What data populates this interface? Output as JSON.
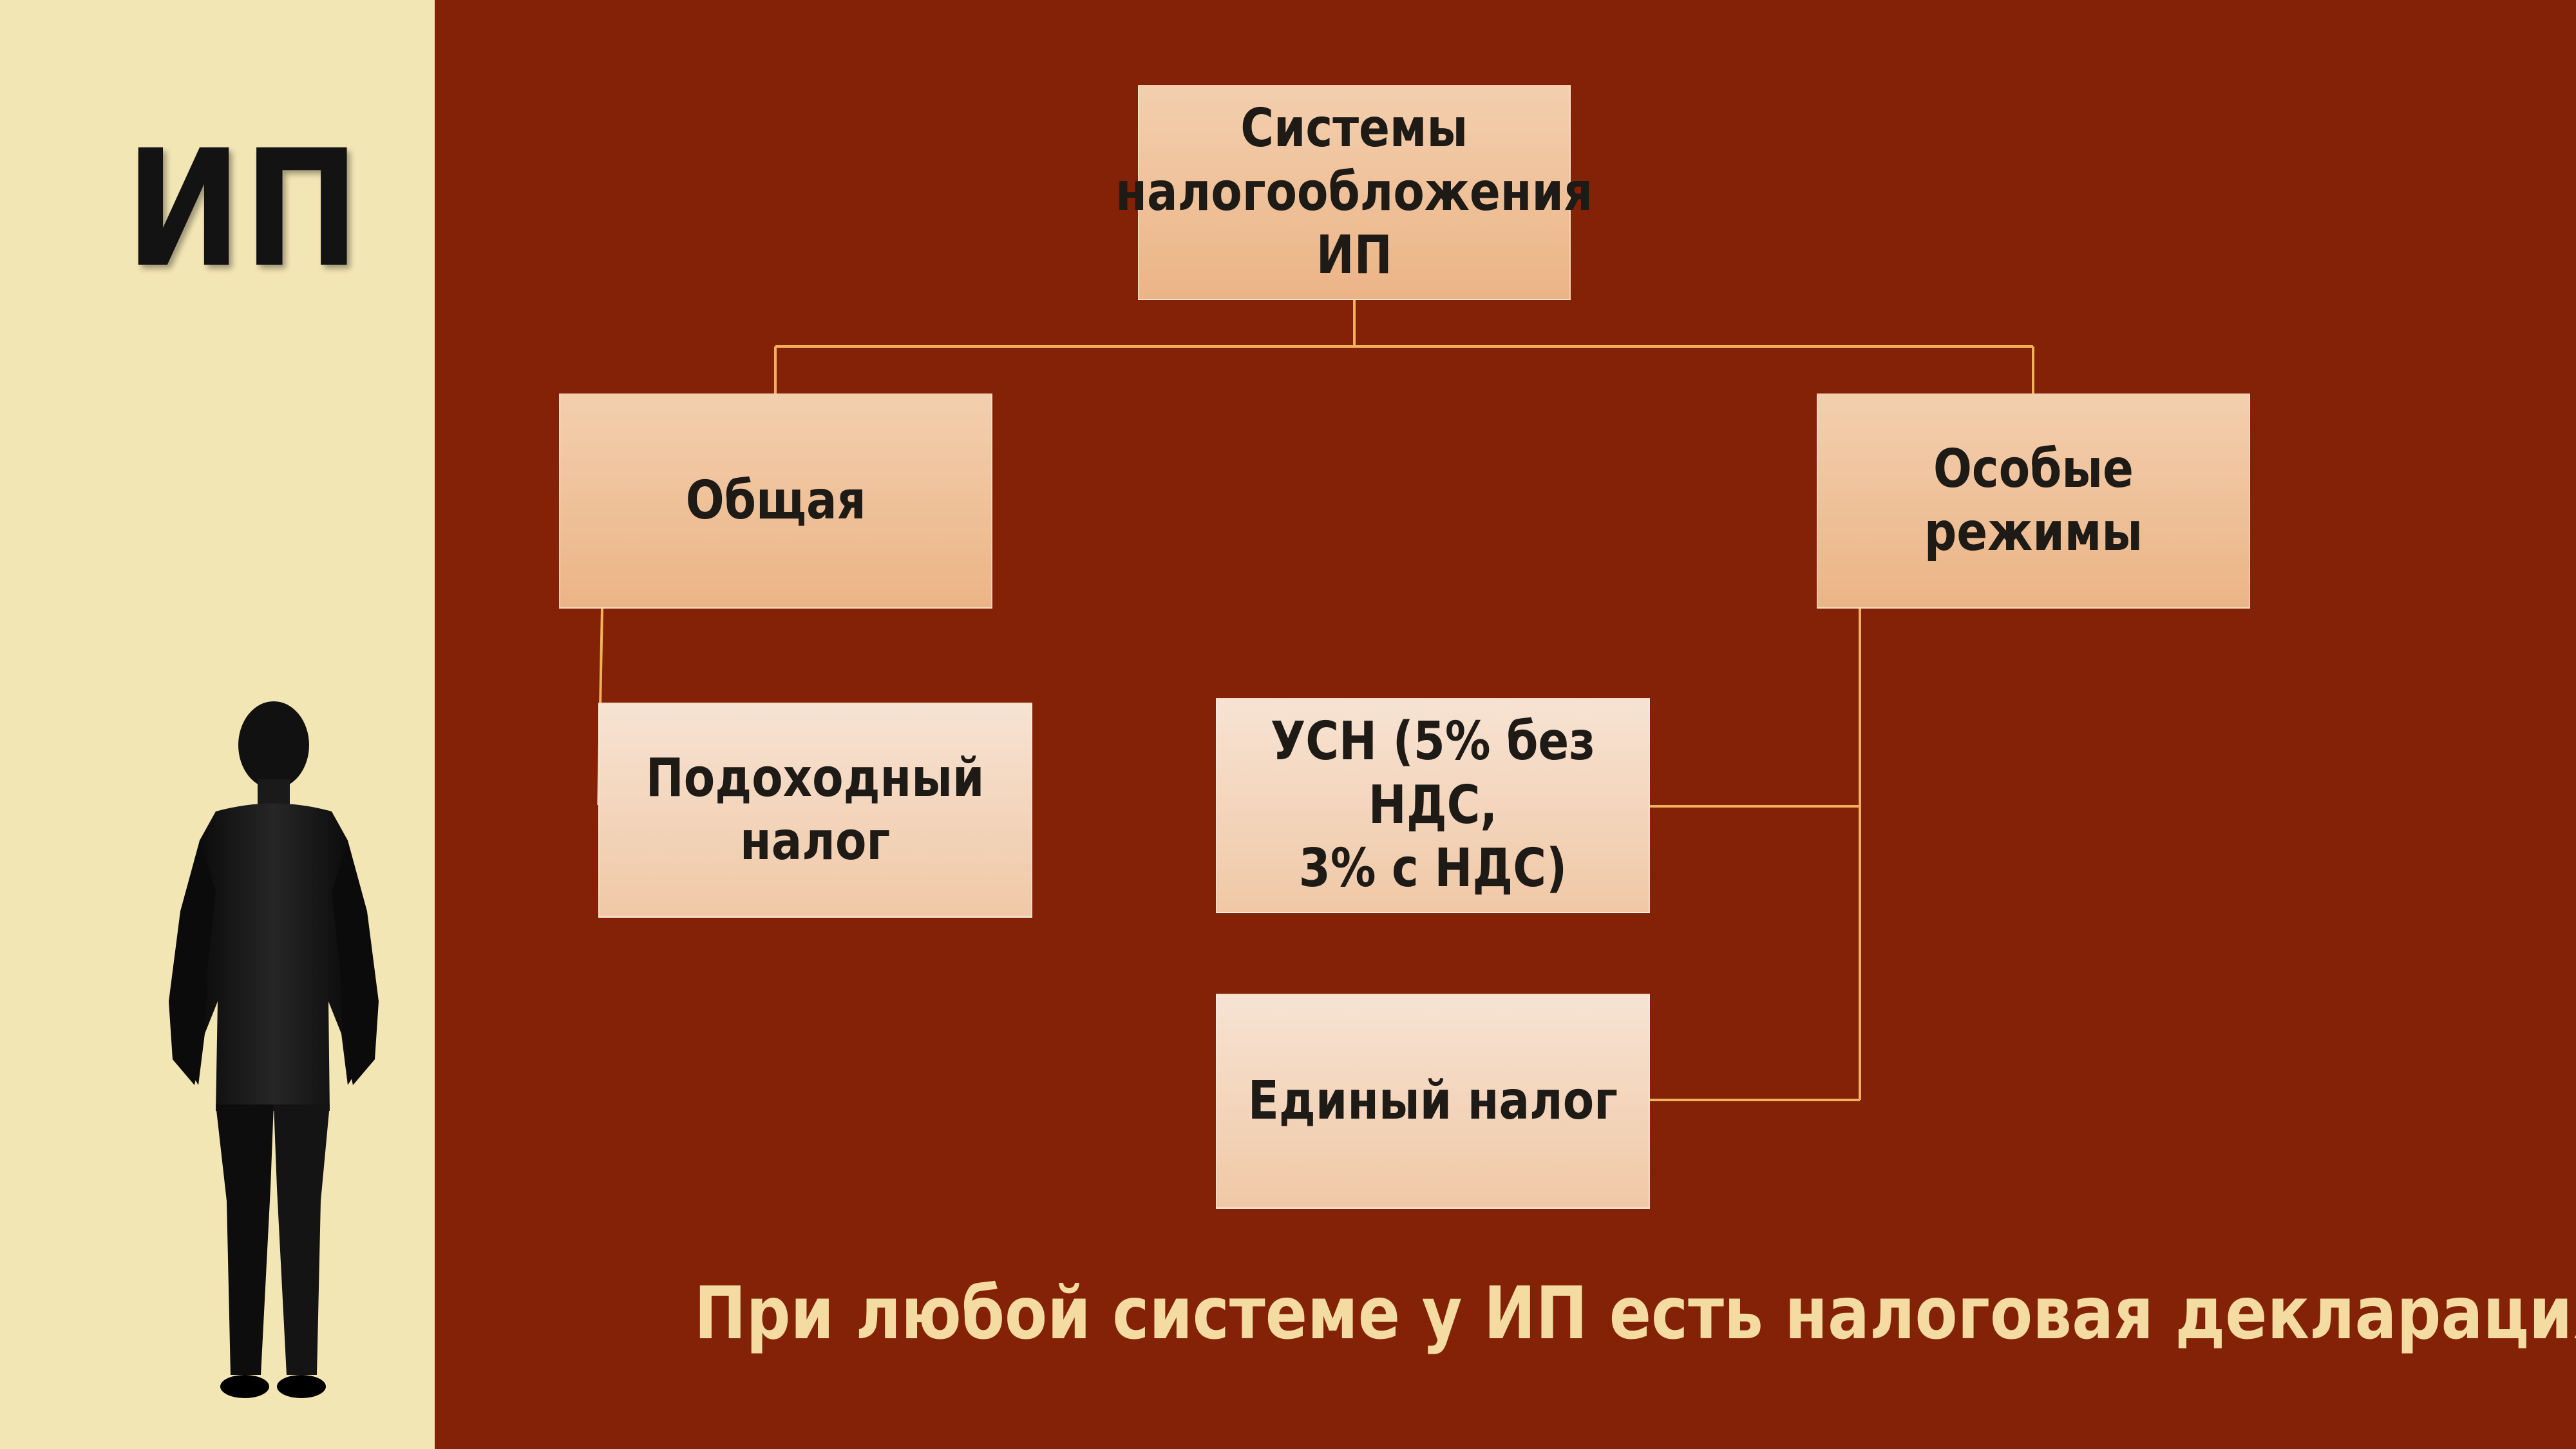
{
  "sidebar": {
    "title": "ИП",
    "illustration_icon": "businessman-silhouette-icon"
  },
  "diagram": {
    "root": "Системы\nналогообложения\nИП",
    "general": "Общая",
    "special": "Особые режимы",
    "income_tax": "Подоходный\nналог",
    "usn": "УСН (5% без НДС,\n3% с НДС)",
    "single_tax": "Единый налог"
  },
  "footer": {
    "note": "При любой системе у ИП есть налоговая декларация"
  },
  "colors": {
    "background": "#832206",
    "sidebar": "#f3e6b5",
    "box_dark": "#ebb486",
    "box_light": "#f7e3d3",
    "connector": "#f0b15a",
    "footer_text": "#f3dba2"
  }
}
